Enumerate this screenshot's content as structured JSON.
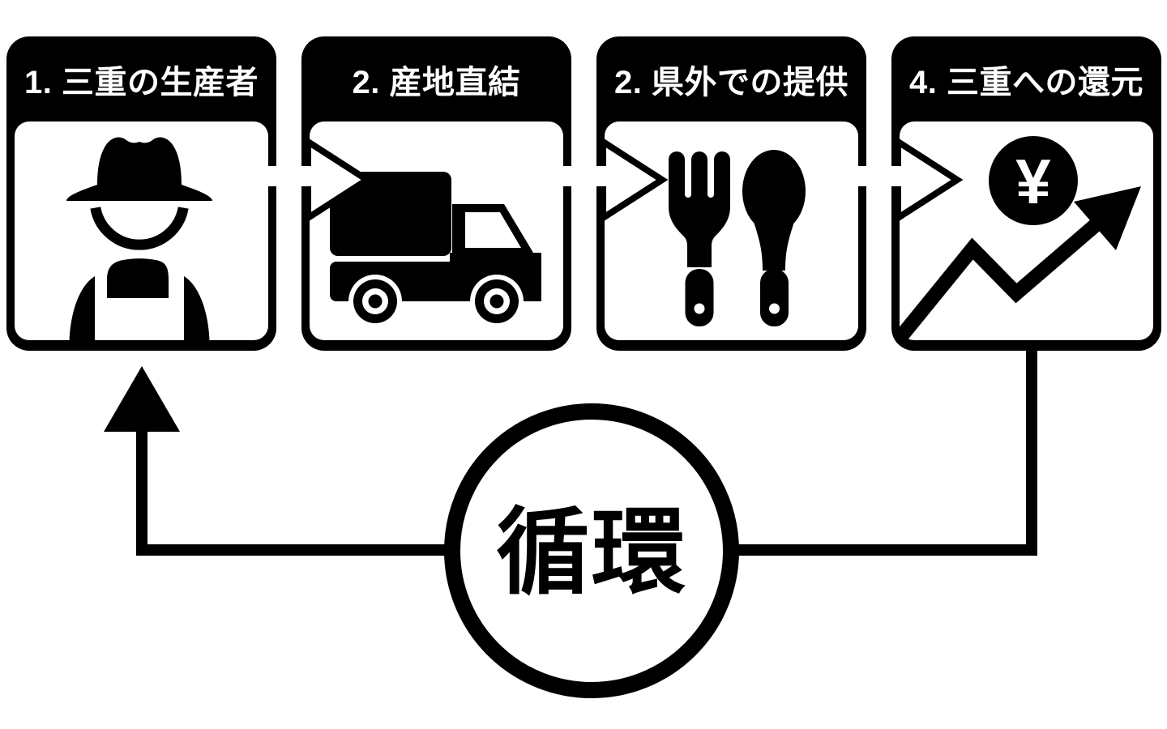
{
  "diagram": {
    "steps": [
      {
        "label": "1. 三重の生産者",
        "icon": "farmer-icon"
      },
      {
        "label": "2. 産地直結",
        "icon": "delivery-truck-icon"
      },
      {
        "label": "2. 県外での提供",
        "icon": "fork-and-spoon-icon"
      },
      {
        "label": "4. 三重への還元",
        "icon": "yen-growth-chart-icon"
      }
    ],
    "cycle_label": "循環",
    "yen_symbol": "¥",
    "colors": {
      "foreground": "#000000",
      "background": "#ffffff"
    }
  }
}
